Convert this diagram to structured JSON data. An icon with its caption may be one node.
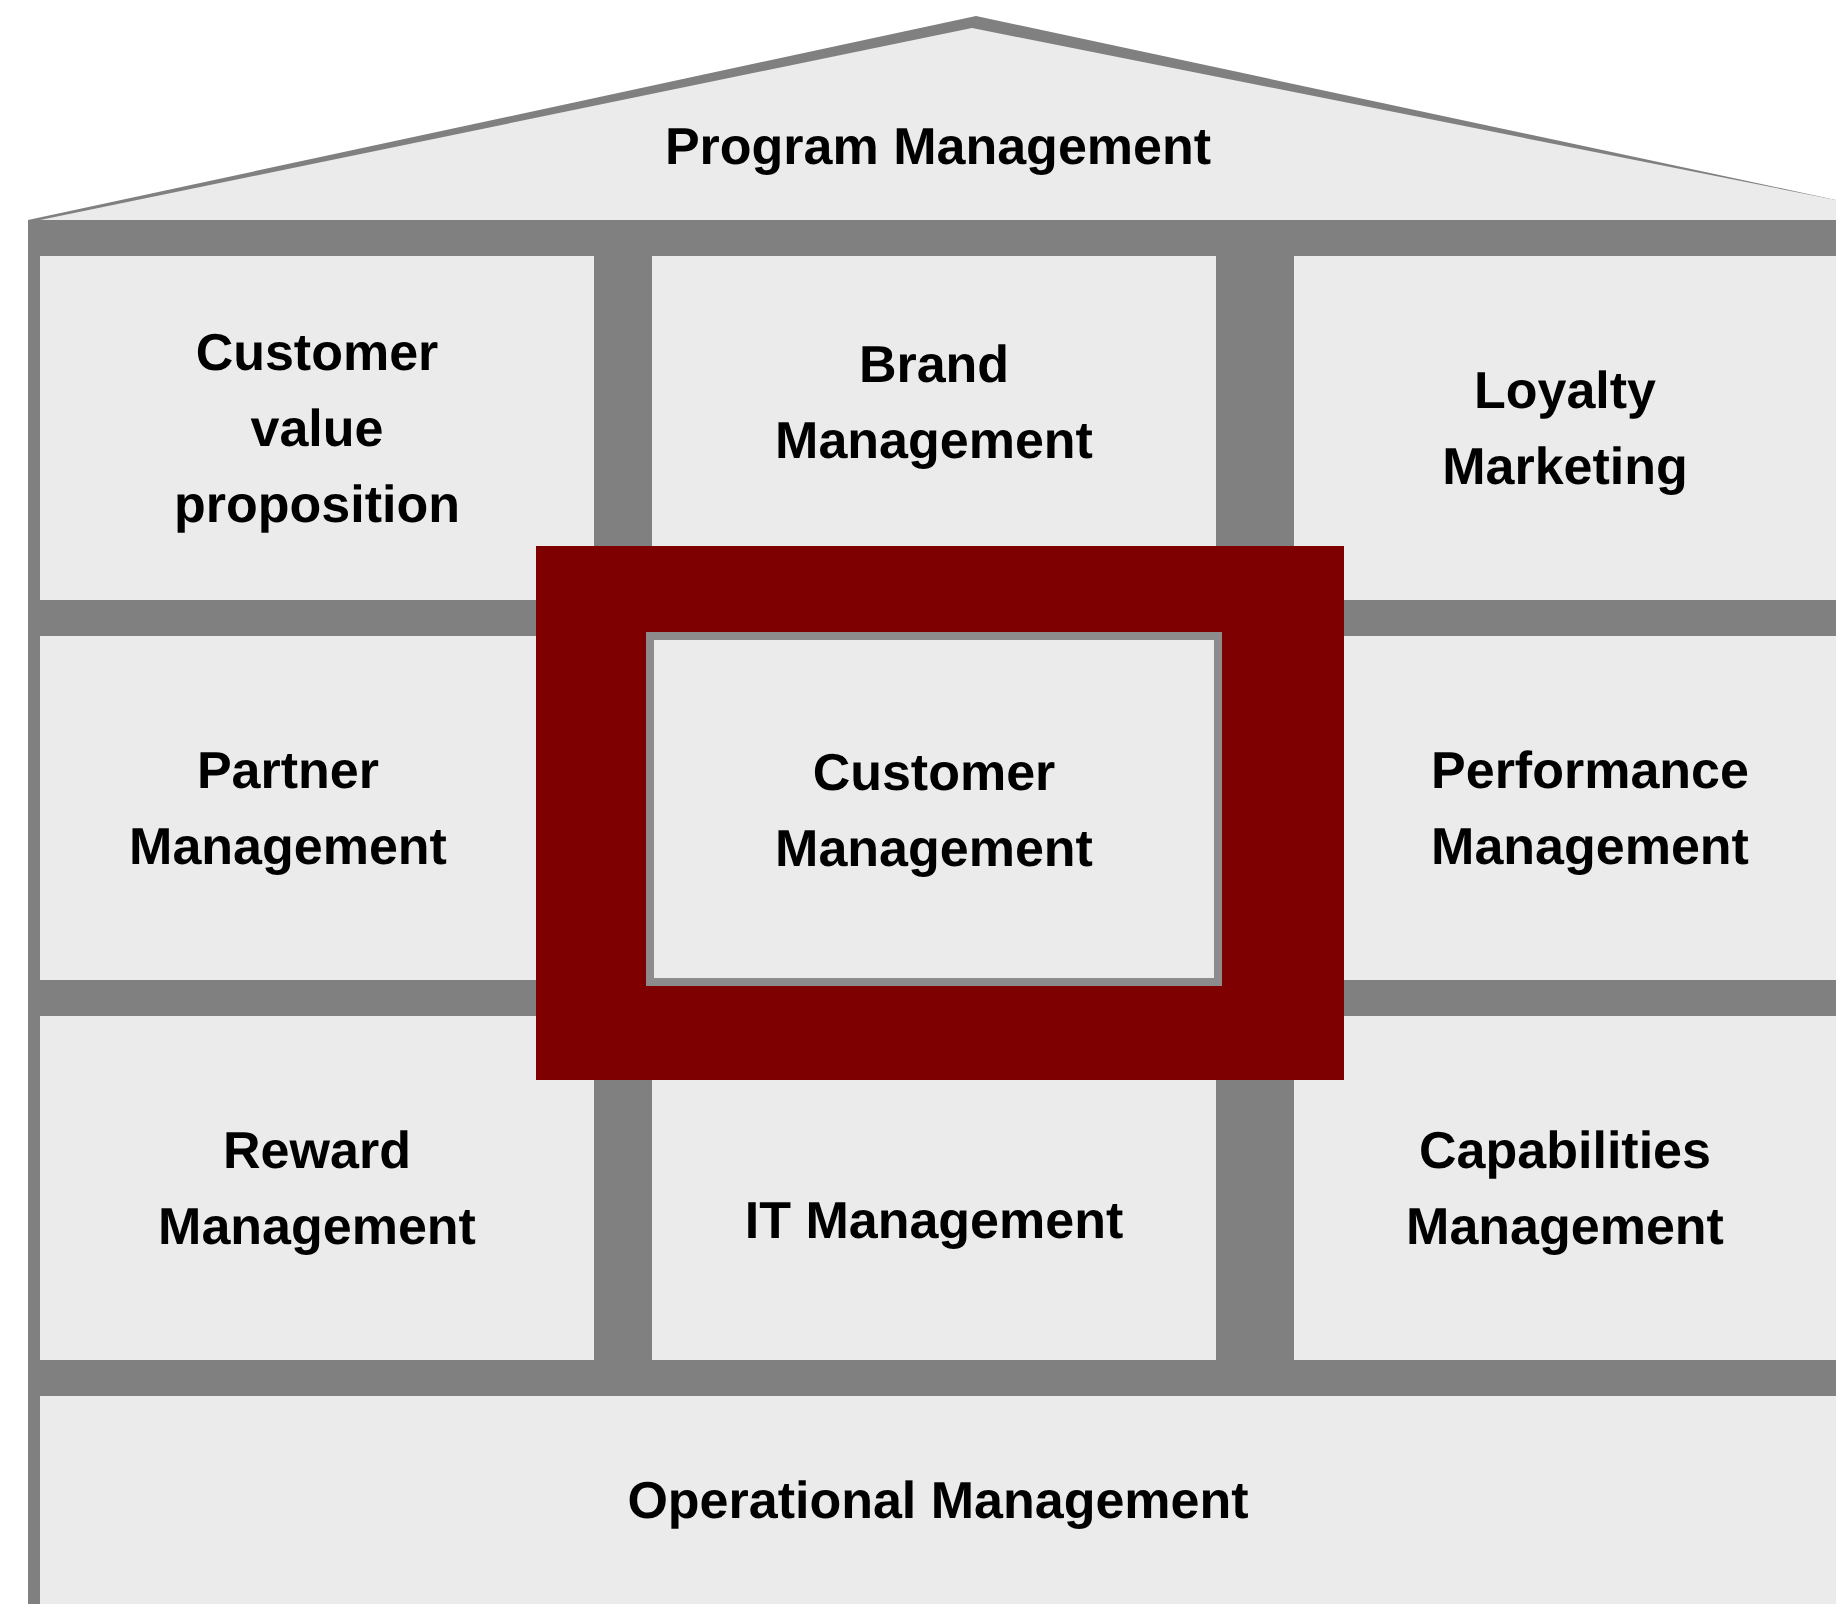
{
  "diagram": {
    "nodes": [
      {
        "text": [
          "Program Management"
        ]
      },
      {
        "text": [
          "Customer value proposition"
        ]
      },
      {
        "text": [
          "Brand Management"
        ]
      },
      {
        "text": [
          "Loyalty Marketing"
        ]
      },
      {
        "text": [
          "Partner Management"
        ]
      },
      {
        "text": [
          "Customer Management"
        ]
      },
      {
        "text": [
          "Performance Management"
        ]
      },
      {
        "text": [
          "Reward Management"
        ]
      },
      {
        "text": [
          "IT Management"
        ]
      },
      {
        "text": [
          "Capabilities Management"
        ]
      },
      {
        "text": [
          "Operational Management"
        ]
      }
    ]
  }
}
